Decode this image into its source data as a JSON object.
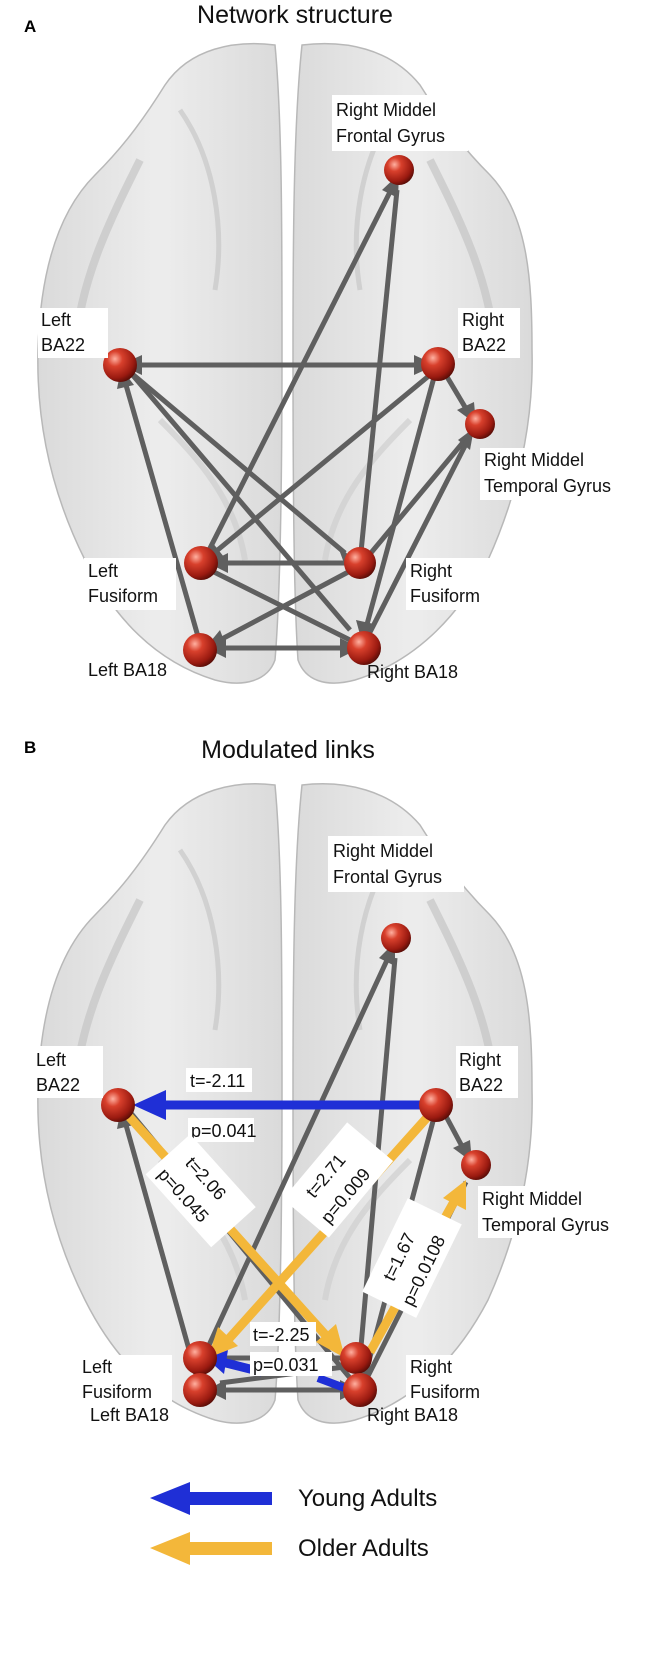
{
  "panels": [
    {
      "letter": "A",
      "title": "Network structure",
      "nodes": {
        "rmfg": [
          "Right Middel",
          "Frontal Gyrus"
        ],
        "lba22": [
          "Left",
          "BA22"
        ],
        "rba22": [
          "Right",
          "BA22"
        ],
        "rmtg": [
          "Right Middel",
          "Temporal Gyrus"
        ],
        "lfus": [
          "Left",
          "Fusiform"
        ],
        "rfus": [
          "Right",
          "Fusiform"
        ],
        "lba18": [
          "Left BA18"
        ],
        "rba18": [
          "Right BA18"
        ]
      }
    },
    {
      "letter": "B",
      "title": "Modulated links",
      "nodes": {
        "rmfg": [
          "Right Middel",
          "Frontal Gyrus"
        ],
        "lba22": [
          "Left",
          "BA22"
        ],
        "rba22": [
          "Right",
          "BA22"
        ],
        "rmtg": [
          "Right Middel",
          "Temporal Gyrus"
        ],
        "lfus": [
          "Left",
          "Fusiform"
        ],
        "rfus": [
          "Right",
          "Fusiform"
        ],
        "lba18": [
          "Left BA18"
        ],
        "rba18": [
          "Right BA18"
        ]
      },
      "stats": [
        {
          "id": "stat-lba22-rba22",
          "group": "young",
          "lines": [
            "t=-2.11",
            "p=0.041"
          ]
        },
        {
          "id": "stat-lba22-rfus",
          "group": "older",
          "lines": [
            "t=2.06",
            "p=0.045"
          ]
        },
        {
          "id": "stat-rba22-lfus",
          "group": "older",
          "lines": [
            "t=2.71",
            "p=0.009"
          ]
        },
        {
          "id": "stat-rba18-rmtg",
          "group": "older",
          "lines": [
            "t=1.67",
            "p=0.0108"
          ]
        },
        {
          "id": "stat-rfus-lfus",
          "group": "young",
          "lines": [
            "t=-2.25",
            "p=0.031"
          ]
        }
      ]
    }
  ],
  "legend": [
    {
      "label": "Young Adults",
      "color": "#1f2fd6"
    },
    {
      "label": "Older Adults",
      "color": "#f3b73a"
    }
  ],
  "colors": {
    "young": "#1f2fd6",
    "older": "#f3b73a",
    "link": "#5f5f5f",
    "node": "#b8261a"
  }
}
